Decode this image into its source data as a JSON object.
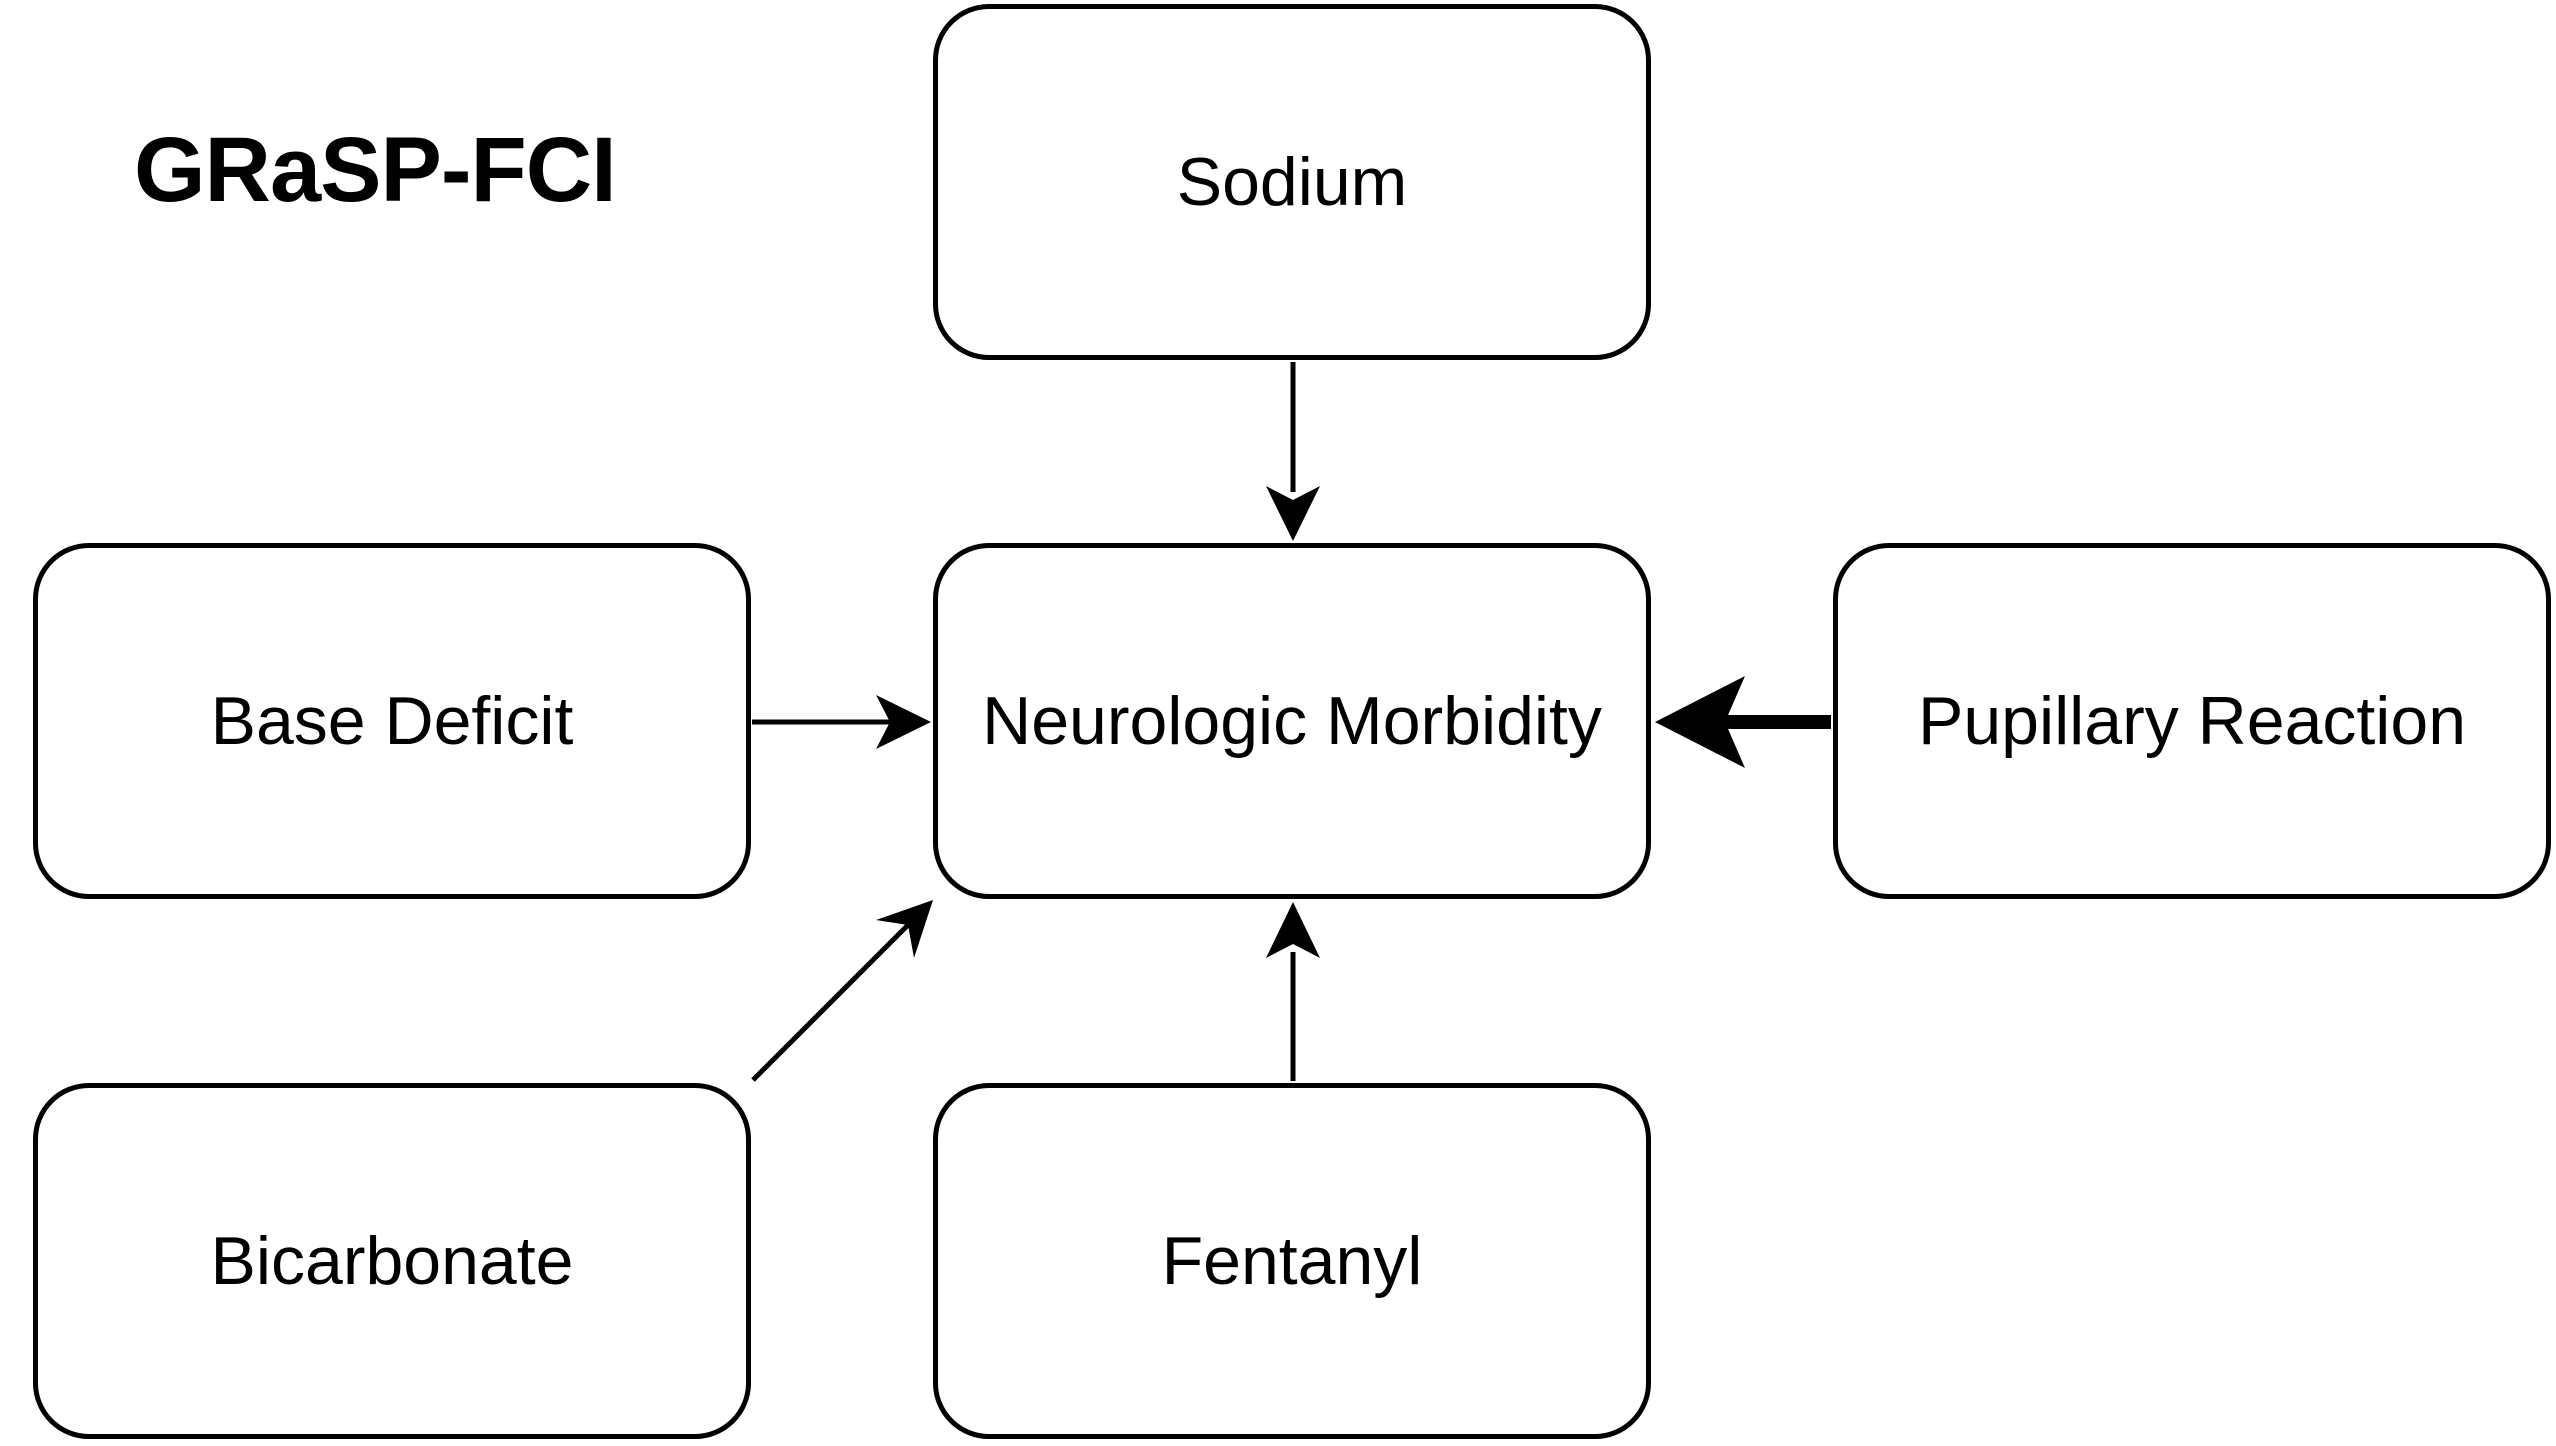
{
  "title": "GRaSP-FCI",
  "nodes": {
    "sodium": "Sodium",
    "base_deficit": "Base Deficit",
    "neurologic_morbidity": "Neurologic Morbidity",
    "pupillary_reaction": "Pupillary Reaction",
    "bicarbonate": "Bicarbonate",
    "fentanyl": "Fentanyl"
  },
  "edges": [
    {
      "from": "Sodium",
      "to": "Neurologic Morbidity",
      "emphasis": "normal"
    },
    {
      "from": "Base Deficit",
      "to": "Neurologic Morbidity",
      "emphasis": "normal"
    },
    {
      "from": "Pupillary Reaction",
      "to": "Neurologic Morbidity",
      "emphasis": "bold"
    },
    {
      "from": "Bicarbonate",
      "to": "Neurologic Morbidity",
      "emphasis": "normal"
    },
    {
      "from": "Fentanyl",
      "to": "Neurologic Morbidity",
      "emphasis": "normal"
    }
  ]
}
